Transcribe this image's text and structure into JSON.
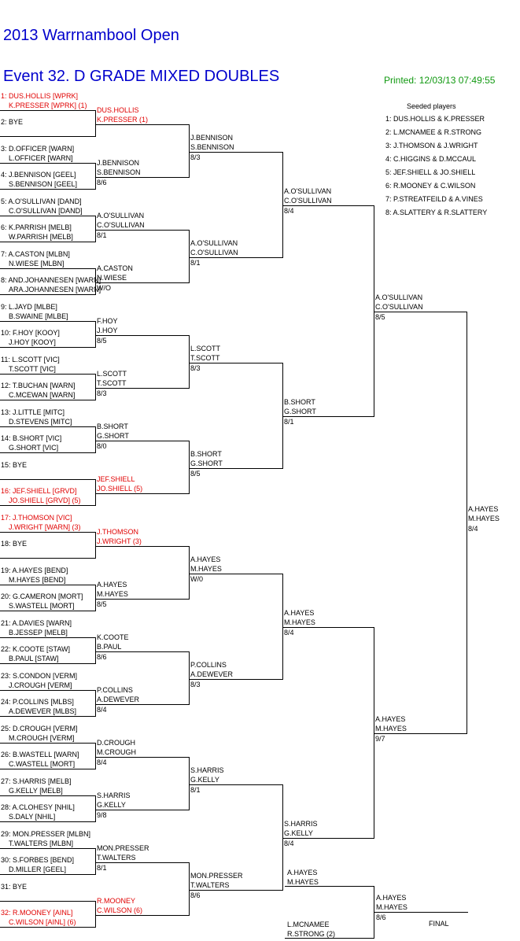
{
  "title": "2013 Warrnambool Open",
  "event": "Event 32. D GRADE MIXED DOUBLES",
  "printed": "Printed: 12/03/13 07:49:55",
  "seeded_heading": "Seeded players",
  "seeds": [
    "1: DUS.HOLLIS & K.PRESSER",
    "2: L.MCNAMEE & R.STRONG",
    "3: J.THOMSON & J.WRIGHT",
    "4: C.HIGGINS & D.MCCAUL",
    "5: JEF.SHIELL & JO.SHIELL",
    "6: R.MOONEY & C.WILSON",
    "7: P.STREATFEILD & A.VINES",
    "8: A.SLATTERY & R.SLATTERY"
  ],
  "draw": [
    {
      "a": "1: DUS.HOLLIS [WPRK]",
      "b": "K.PRESSER [WPRK] (1)",
      "red": true
    },
    {
      "a": "2: BYE",
      "b": ""
    },
    {
      "a": "3: D.OFFICER [WARN]",
      "b": "L.OFFICER [WARN]"
    },
    {
      "a": "4: J.BENNISON [GEEL]",
      "b": "S.BENNISON [GEEL]"
    },
    {
      "a": "5: A.O'SULLIVAN [DAND]",
      "b": "C.O'SULLIVAN [DAND]"
    },
    {
      "a": "6: K.PARRISH [MELB]",
      "b": "W.PARRISH [MELB]"
    },
    {
      "a": "7: A.CASTON [MLBN]",
      "b": "N.WIESE [MLBN]"
    },
    {
      "a": "8: AND.JOHANNESEN [WARN]",
      "b": "ARA.JOHANNESEN [WARN]"
    },
    {
      "a": "9: L.JAYD [MLBE]",
      "b": "B.SWAINE [MLBE]"
    },
    {
      "a": "10: F.HOY [KOOY]",
      "b": "J.HOY [KOOY]"
    },
    {
      "a": "11: L.SCOTT [VIC]",
      "b": "T.SCOTT [VIC]"
    },
    {
      "a": "12: T.BUCHAN [WARN]",
      "b": "C.MCEWAN [WARN]"
    },
    {
      "a": "13: J.LITTLE [MITC]",
      "b": "D.STEVENS [MITC]"
    },
    {
      "a": "14: B.SHORT [VIC]",
      "b": "G.SHORT [VIC]"
    },
    {
      "a": "15: BYE",
      "b": ""
    },
    {
      "a": "16: JEF.SHIELL [GRVD]",
      "b": "JO.SHIELL [GRVD] (5)",
      "red": true
    },
    {
      "a": "17: J.THOMSON [VIC]",
      "b": "J.WRIGHT [WARN] (3)",
      "red": true
    },
    {
      "a": "18: BYE",
      "b": ""
    },
    {
      "a": "19: A.HAYES [BEND]",
      "b": "M.HAYES [BEND]"
    },
    {
      "a": "20: G.CAMERON [MORT]",
      "b": "S.WASTELL [MORT]"
    },
    {
      "a": "21: A.DAVIES [WARN]",
      "b": "B.JESSEP [MELB]"
    },
    {
      "a": "22: K.COOTE [STAW]",
      "b": "B.PAUL [STAW]"
    },
    {
      "a": "23: S.CONDON [VERM]",
      "b": "J.CROUGH [VERM]"
    },
    {
      "a": "24: P.COLLINS [MLBS]",
      "b": "A.DEWEVER [MLBS]"
    },
    {
      "a": "25: D.CROUGH [VERM]",
      "b": "M.CROUGH [VERM]"
    },
    {
      "a": "26: B.WASTELL [WARN]",
      "b": "C.WASTELL [MORT]"
    },
    {
      "a": "27: S.HARRIS [MELB]",
      "b": "G.KELLY [MELB]"
    },
    {
      "a": "28: A.CLOHESY [NHIL]",
      "b": "S.DALY [NHIL]"
    },
    {
      "a": "29: MON.PRESSER [MLBN]",
      "b": "T.WALTERS [MLBN]"
    },
    {
      "a": "30: S.FORBES [BEND]",
      "b": "D.MILLER [GEEL]"
    },
    {
      "a": "31: BYE",
      "b": ""
    },
    {
      "a": "32: R.MOONEY [AINL]",
      "b": "C.WILSON [AINL] (6)",
      "red": true
    }
  ],
  "round2": [
    {
      "a": "DUS.HOLLIS",
      "b": "K.PRESSER (1)",
      "s": "",
      "red": true
    },
    {
      "a": "J.BENNISON",
      "b": "S.BENNISON",
      "s": "8/6"
    },
    {
      "a": "A.O'SULLIVAN",
      "b": "C.O'SULLIVAN",
      "s": "8/1"
    },
    {
      "a": "A.CASTON",
      "b": "N.WIESE",
      "s": "W/O"
    },
    {
      "a": "F.HOY",
      "b": "J.HOY",
      "s": "8/5"
    },
    {
      "a": "L.SCOTT",
      "b": "T.SCOTT",
      "s": "8/3"
    },
    {
      "a": "B.SHORT",
      "b": "G.SHORT",
      "s": "8/0"
    },
    {
      "a": "JEF.SHIELL",
      "b": "JO.SHIELL (5)",
      "s": "",
      "red": true
    },
    {
      "a": "J.THOMSON",
      "b": "J.WRIGHT (3)",
      "s": "",
      "red": true
    },
    {
      "a": "A.HAYES",
      "b": "M.HAYES",
      "s": "8/5"
    },
    {
      "a": "K.COOTE",
      "b": "B.PAUL",
      "s": "8/6"
    },
    {
      "a": "P.COLLINS",
      "b": "A.DEWEVER",
      "s": "8/4"
    },
    {
      "a": "D.CROUGH",
      "b": "M.CROUGH",
      "s": "8/4"
    },
    {
      "a": "S.HARRIS",
      "b": "G.KELLY",
      "s": "9/8"
    },
    {
      "a": "MON.PRESSER",
      "b": "T.WALTERS",
      "s": "8/1"
    },
    {
      "a": "R.MOONEY",
      "b": "C.WILSON (6)",
      "s": "",
      "red": true
    }
  ],
  "round3": [
    {
      "a": "J.BENNISON",
      "b": "S.BENNISON",
      "s": "8/3"
    },
    {
      "a": "A.O'SULLIVAN",
      "b": "C.O'SULLIVAN",
      "s": "8/1"
    },
    {
      "a": "L.SCOTT",
      "b": "T.SCOTT",
      "s": "8/3"
    },
    {
      "a": "B.SHORT",
      "b": "G.SHORT",
      "s": "8/5"
    },
    {
      "a": "A.HAYES",
      "b": "M.HAYES",
      "s": "W/0"
    },
    {
      "a": "P.COLLINS",
      "b": "A.DEWEVER",
      "s": "8/3"
    },
    {
      "a": "S.HARRIS",
      "b": "G.KELLY",
      "s": "8/1"
    },
    {
      "a": "MON.PRESSER",
      "b": "T.WALTERS",
      "s": "8/6"
    }
  ],
  "round4": [
    {
      "a": "A.O'SULLIVAN",
      "b": "C.O'SULLIVAN",
      "s": "8/4"
    },
    {
      "a": "B.SHORT",
      "b": "G.SHORT",
      "s": "8/1"
    },
    {
      "a": "A.HAYES",
      "b": "M.HAYES",
      "s": "8/4"
    },
    {
      "a": "S.HARRIS",
      "b": "G.KELLY",
      "s": "8/4"
    }
  ],
  "round5": [
    {
      "a": "A.O'SULLIVAN",
      "b": "C.O'SULLIVAN",
      "s": "8/5"
    },
    {
      "a": "A.HAYES",
      "b": "M.HAYES",
      "s": "9/7"
    }
  ],
  "round6": [
    {
      "a": "A.HAYES",
      "b": "M.HAYES",
      "s": "8/4"
    }
  ],
  "final": {
    "top": {
      "a": "A.HAYES",
      "b": "M.HAYES"
    },
    "bottom": {
      "a": "L.MCNAMEE",
      "b": "R.STRONG (2)"
    },
    "winner": {
      "a": "A.HAYES",
      "b": "M.HAYES",
      "s": "8/6"
    },
    "label": "FINAL"
  }
}
